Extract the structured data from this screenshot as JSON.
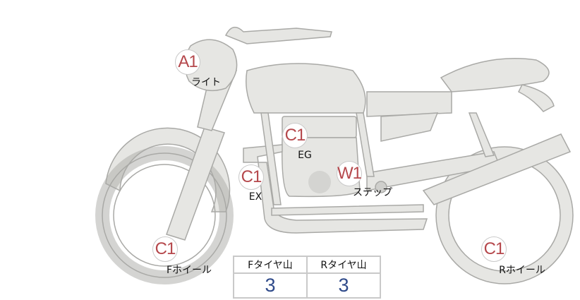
{
  "markers": [
    {
      "code": "A1",
      "label": "ライト"
    },
    {
      "code": "C1",
      "label": "EG"
    },
    {
      "code": "C1",
      "label": "EX"
    },
    {
      "code": "W1",
      "label": "ステップ"
    },
    {
      "code": "C1",
      "label": "Fホイール"
    },
    {
      "code": "C1",
      "label": "Rホイール"
    }
  ],
  "tread_table": {
    "headers": [
      "Fタイヤ山",
      "Rタイヤ山"
    ],
    "values": [
      "3",
      "3"
    ]
  },
  "colors": {
    "marker_text": "#b5484c",
    "value_text": "#2f4a8a",
    "bike_fill": "#e6e6e3"
  }
}
